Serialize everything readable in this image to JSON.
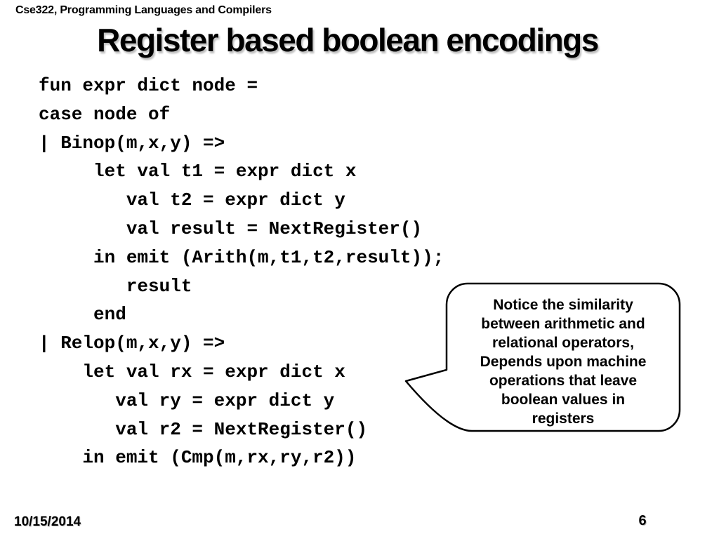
{
  "header": {
    "course": "Cse322, Programming Languages and Compilers"
  },
  "slide": {
    "title": "Register based boolean encodings",
    "code_lines": [
      "fun expr dict node =",
      "case node of",
      "| Binop(m,x,y) =>",
      "     let val t1 = expr dict x",
      "        val t2 = expr dict y",
      "        val result = NextRegister()",
      "     in emit (Arith(m,t1,t2,result));",
      "        result",
      "     end",
      "| Relop(m,x,y) =>",
      "    let val rx = expr dict x",
      "       val ry = expr dict y",
      "       val r2 = NextRegister()",
      "    in emit (Cmp(m,rx,ry,r2))"
    ],
    "callout": {
      "lines": [
        "Notice the similarity",
        "between arithmetic and",
        "relational operators,",
        "Depends upon machine",
        "operations that leave",
        "boolean values in",
        "registers"
      ]
    },
    "footer": {
      "date": "10/15/2014",
      "page": "6"
    }
  },
  "colors": {
    "background": "#ffffff",
    "text": "#000000",
    "bubble_fill": "#ffffff",
    "bubble_border": "#000000"
  }
}
